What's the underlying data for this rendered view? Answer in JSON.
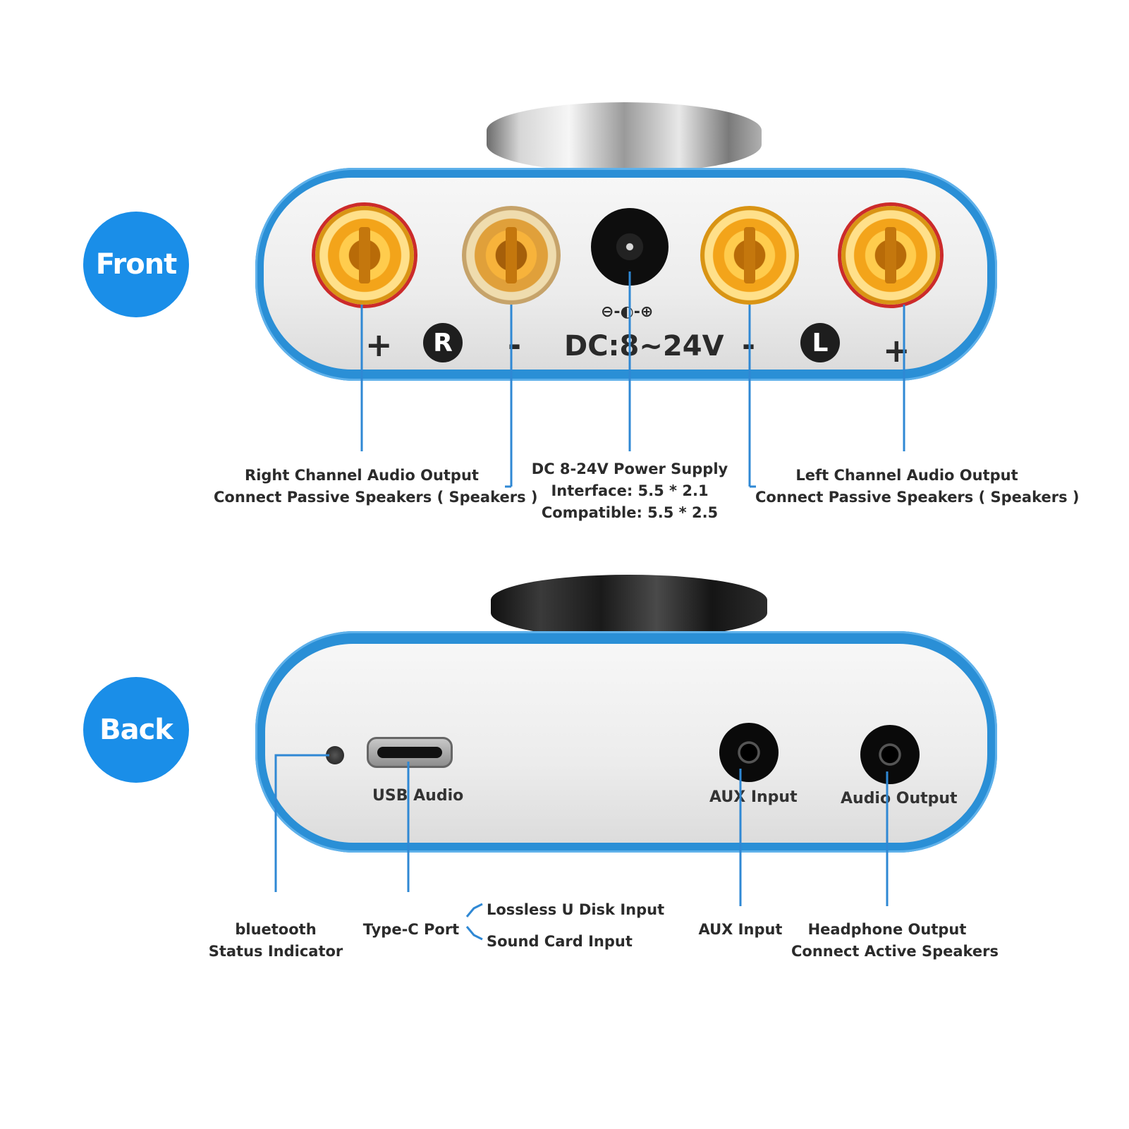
{
  "badges": {
    "front": "Front",
    "back": "Back"
  },
  "front_panel": {
    "right_marks": {
      "plus": "+",
      "letter": "R",
      "minus": "-"
    },
    "dc_label": "DC:8~24V",
    "polarity_symbol": "⊖-◐-⊕",
    "left_marks": {
      "minus": "-",
      "letter": "L",
      "plus": "+"
    }
  },
  "back_panel": {
    "usb_label": "USB Audio",
    "aux_label": "AUX Input",
    "output_label": "Audio Output"
  },
  "callouts": {
    "right_channel": {
      "line1": "Right Channel Audio Output",
      "line2": "Connect Passive Speakers ( Speakers )"
    },
    "dc_power": {
      "line1": "DC 8-24V Power Supply",
      "line2": "Interface: 5.5 * 2.1",
      "line3": "Compatible: 5.5 * 2.5"
    },
    "left_channel": {
      "line1": "Left Channel Audio Output",
      "line2": "Connect Passive Speakers ( Speakers )"
    },
    "bluetooth": {
      "line1": "bluetooth",
      "line2": "Status Indicator"
    },
    "typec": {
      "label": "Type-C Port",
      "option1": "Lossless U Disk Input",
      "option2": "Sound Card Input"
    },
    "aux": {
      "label": "AUX Input"
    },
    "headphone": {
      "line1": "Headphone Output",
      "line2": "Connect Active Speakers"
    }
  },
  "colors": {
    "accent_blue": "#1a8ee8",
    "shell_blue": "#2a8fd6",
    "gold": "#f3a41a"
  }
}
